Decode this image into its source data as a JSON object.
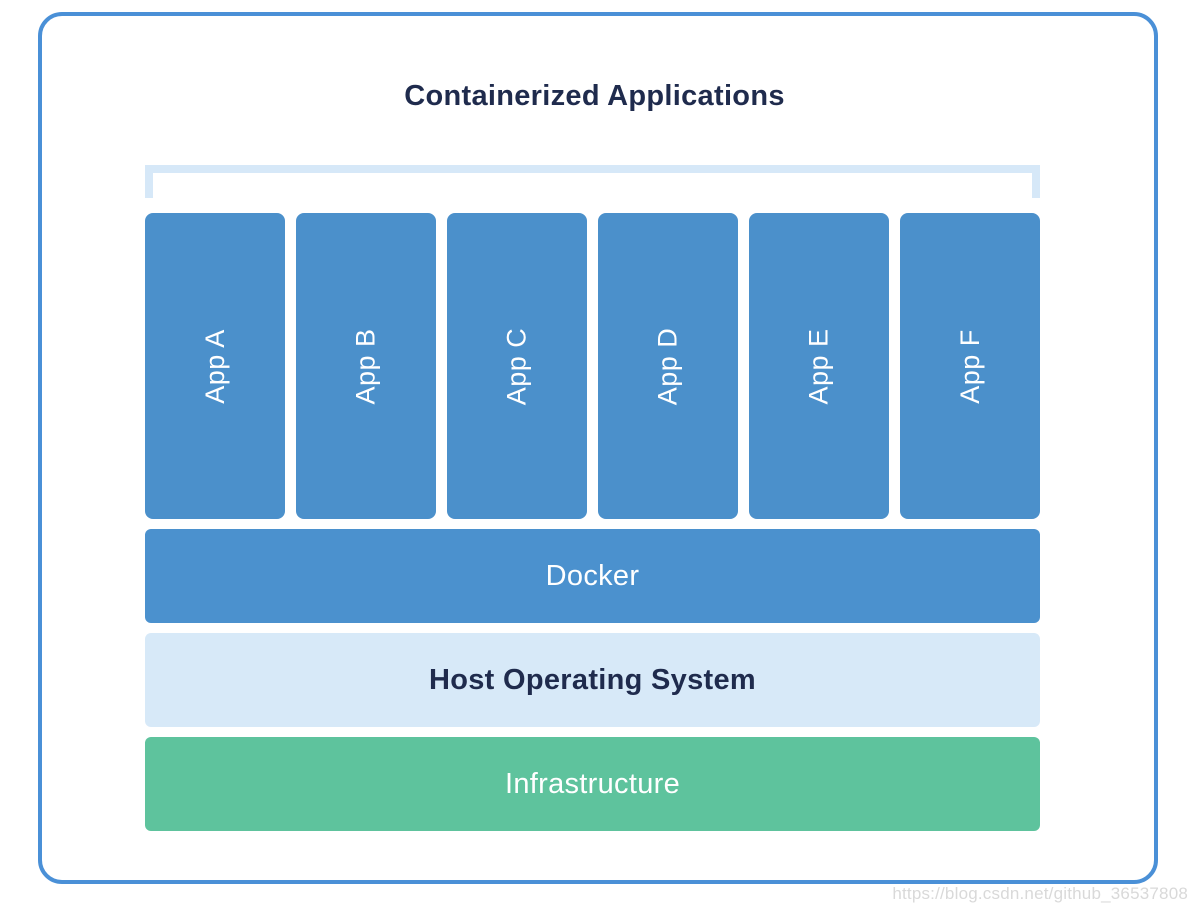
{
  "title": "Containerized Applications",
  "apps": [
    {
      "label": "App A"
    },
    {
      "label": "App B"
    },
    {
      "label": "App C"
    },
    {
      "label": "App D"
    },
    {
      "label": "App E"
    },
    {
      "label": "App F"
    }
  ],
  "layers": {
    "docker": {
      "label": "Docker"
    },
    "host_os": {
      "label": "Host Operating System"
    },
    "infrastructure": {
      "label": "Infrastructure"
    }
  },
  "watermark": {
    "text": "https://blog.csdn.net/github_36537808"
  },
  "colors": {
    "border_blue": "#4a90d7",
    "app_blue": "#4b90cb",
    "docker_blue": "#4b91ce",
    "host_light_blue": "#d7e9f8",
    "infra_green": "#5ec39d",
    "title_navy": "#1f2b4d",
    "bracket_blue": "#d6e8f8",
    "watermark_gray": "#d7d7d7"
  }
}
